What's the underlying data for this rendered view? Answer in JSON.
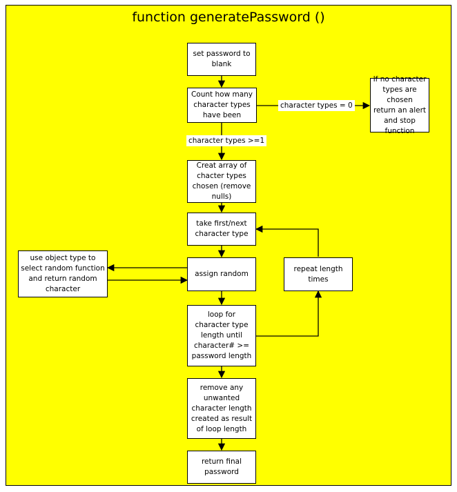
{
  "title": "function generatePassword ()",
  "boxes": {
    "set_blank": "set password to\nblank",
    "count_types": "Count how many\ncharacter types\nhave been",
    "no_types": "If no character\ntypes are chosen\nreturn an alert\nand stop\nfunction",
    "create_array": "Creat array of\nchacter types\nchosen (remove\nnulls)",
    "take_first": "take first/next\ncharacter type",
    "assign_random": "assign random",
    "use_object": "use object type to\nselect random function\nand return random\ncharacter",
    "repeat_length": "repeat length\ntimes",
    "loop": "loop for\ncharacter type\nlength until\ncharacter# >=\npassword length",
    "remove_unwanted": "remove any\nunwanted\ncharacter length\ncreated as result\nof loop length",
    "return_final": "return final\npassword"
  },
  "labels": {
    "types_zero": "character types = 0",
    "types_ge1": "character types >=1"
  },
  "colors": {
    "background": "#ffff00",
    "box": "#ffffff",
    "line": "#000000"
  }
}
